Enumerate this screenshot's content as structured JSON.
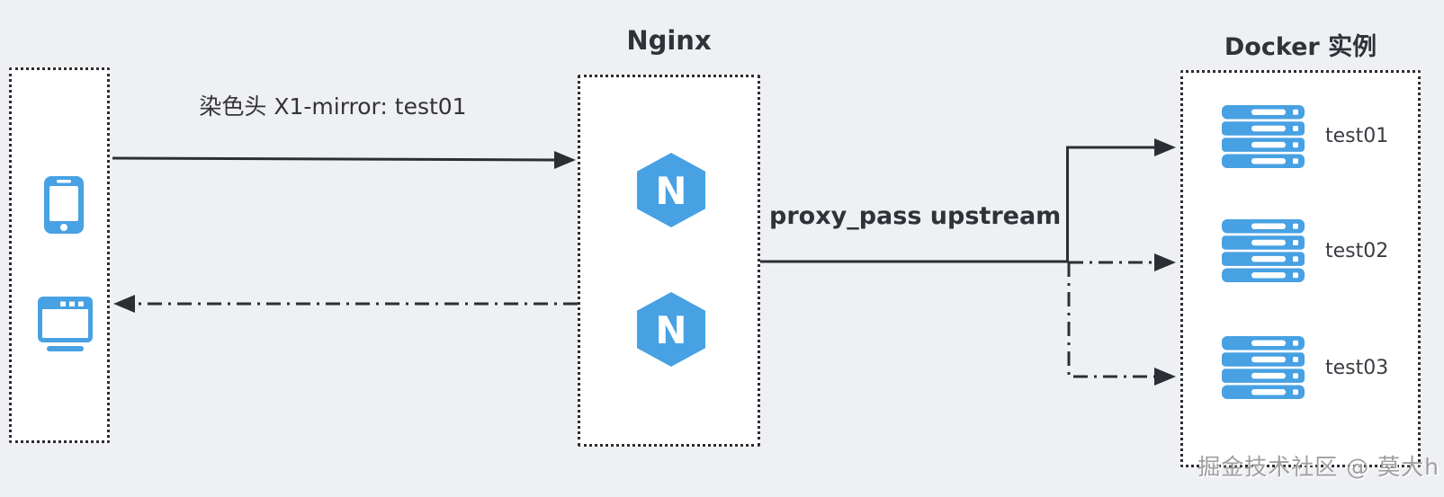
{
  "colors": {
    "background": "#eef0f4",
    "accent_blue": "#47a1e3",
    "line_dark": "#2b2f33",
    "text_dark": "#2f3237",
    "watermark_gray": "#9f9f9f"
  },
  "client_panel": {
    "icons": [
      {
        "name": "smartphone-icon"
      },
      {
        "name": "browser-window-icon"
      }
    ]
  },
  "nginx_panel": {
    "title": "Nginx",
    "logo_letter": "N",
    "instance_count": 2
  },
  "docker_panel": {
    "title": "Docker 实例",
    "instances": [
      {
        "label": "test01",
        "icon": "server-stack-icon"
      },
      {
        "label": "test02",
        "icon": "server-stack-icon"
      },
      {
        "label": "test03",
        "icon": "server-stack-icon"
      }
    ]
  },
  "edges": {
    "request": {
      "label": "染色头 X1-mirror: test01",
      "style": "solid-arrow",
      "from": "client",
      "to": "nginx"
    },
    "response": {
      "style": "dash-dot-arrow",
      "from": "nginx",
      "to": "client"
    },
    "proxy": {
      "label": "proxy_pass upstream",
      "style": "solid-arrow",
      "from": "nginx",
      "to": "test01"
    },
    "branch_test02": {
      "style": "dash-dot-arrow",
      "from": "nginx",
      "to": "test02"
    },
    "branch_test03": {
      "style": "dash-dot-arrow",
      "from": "nginx",
      "to": "test03"
    }
  },
  "watermark": {
    "text": "掘金技术社区 @ 莫大h"
  }
}
